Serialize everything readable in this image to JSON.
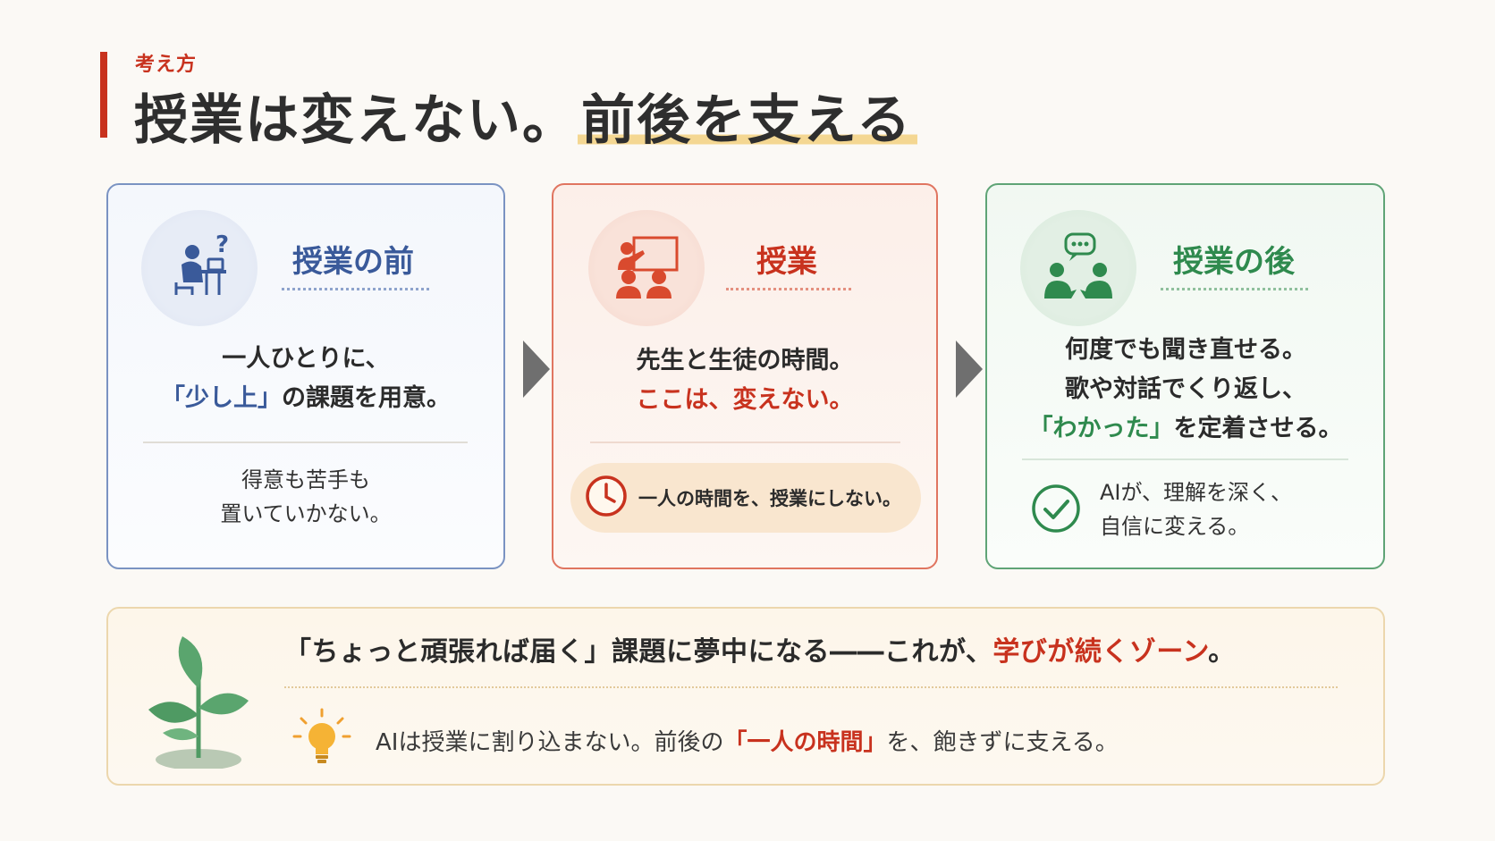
{
  "header": {
    "eyebrow": "考え方",
    "title_part1": "授業は変えない。",
    "title_part2": "前後を支える"
  },
  "cards": [
    {
      "heading": "授業の前",
      "icon": "student-at-desk-question-icon",
      "line1": "一人ひとりに、",
      "line2_em": "「少し上」",
      "line2_rest": "の課題を用意。",
      "sub_line1": "得意も苦手も",
      "sub_line2": "置いていかない。"
    },
    {
      "heading": "授業",
      "icon": "teacher-whiteboard-icon",
      "line1": "先生と生徒の時間。",
      "line2_em": "ここは、変えない。",
      "pill_icon": "clock-icon",
      "pill_text": "一人の時間を、授業にしない。"
    },
    {
      "heading": "授業の後",
      "icon": "two-people-conversation-icon",
      "line1": "何度でも聞き直せる。",
      "line2": "歌や対話でくり返し、",
      "line3_em": "「わかった」",
      "line3_rest": "を定着させる。",
      "check_icon": "check-circle-icon",
      "sub_line1": "AIが、理解を深く、",
      "sub_line2": "自信に変える。"
    }
  ],
  "bottom": {
    "plant_icon": "sprout-icon",
    "quote_main": "「ちょっと頑張れば届く」課題に夢中になる――これが、",
    "quote_em": "学びが続くゾーン",
    "quote_end": "。",
    "bulb_icon": "lightbulb-icon",
    "note_pre": "AIは授業に割り込まない。前後の",
    "note_em": "「一人の時間」",
    "note_post": "を、飽きずに支える。"
  },
  "colors": {
    "accent_red": "#c8321e",
    "blue": "#3a5a9a",
    "green": "#2f8a4e",
    "highlight": "#f4d792"
  }
}
